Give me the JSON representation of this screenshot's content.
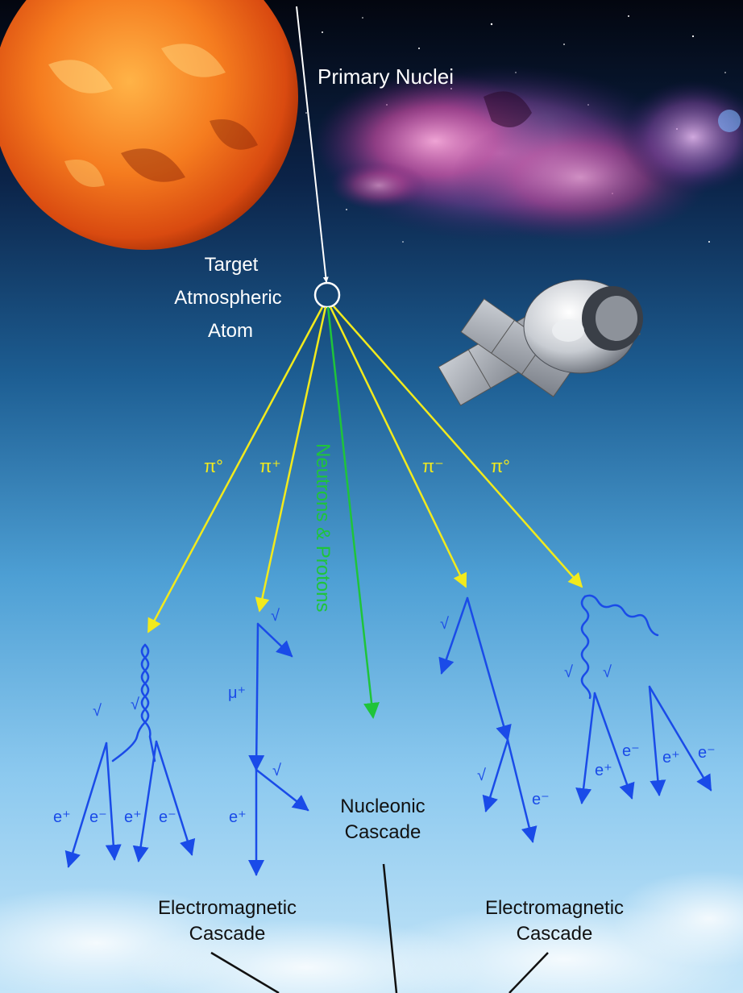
{
  "labels": {
    "primary": "Primary Nuclei",
    "target": [
      "Target",
      "Atmospheric",
      "Atom"
    ],
    "pi0_left": "π°",
    "pi_plus": "π⁺",
    "neutrons": "Neutrons & Protons",
    "pi_minus": "π⁻",
    "pi0_right": "π°",
    "nu": "√",
    "mu_plus": "μ⁺",
    "e_plus": "e⁺",
    "e_minus": "e⁻",
    "nucleonic": [
      "Nucleonic",
      "Cascade"
    ],
    "em_left": [
      "Electromagnetic",
      "Cascade"
    ],
    "em_right": [
      "Electromagnetic",
      "Cascade"
    ]
  },
  "colors": {
    "yellow": "#f2ea1c",
    "green": "#1fc43a",
    "blue": "#1a4be8",
    "white": "#ffffff",
    "black": "#111111"
  },
  "icons": [
    "sun-illustration",
    "nebula-illustration",
    "spacecraft-illustration"
  ]
}
